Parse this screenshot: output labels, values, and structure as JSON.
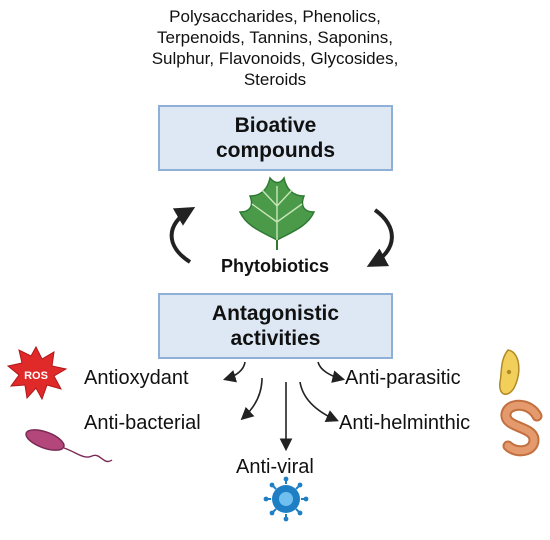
{
  "compounds_lines": [
    "Polysaccharides, Phenolics,",
    "Terpenoids, Tannins, Saponins,",
    "Sulphur, Flavonoids, Glycosides,",
    "Steroids"
  ],
  "box_top": {
    "line1": "Bioative",
    "line2": "compounds"
  },
  "center_label": "Phytobiotics",
  "box_bottom": {
    "line1": "Antagonistic",
    "line2": "activities"
  },
  "ros_label": "ROS",
  "activities": {
    "antioxidant": "Antioxydant",
    "antibacterial": "Anti-bacterial",
    "antiviral": "Anti-viral",
    "antiparasitic": "Anti-parasitic",
    "antihelminthic": "Anti-helminthic"
  },
  "colors": {
    "box_fill": "#dde8f4",
    "box_border": "#8fb0d6",
    "leaf": "#4a9a4a",
    "ros": "#e02a2a",
    "bacterium": "#b3467a",
    "virus": "#1e7fc4",
    "parasite": "#f2cf5a",
    "worm": "#d9895e"
  }
}
